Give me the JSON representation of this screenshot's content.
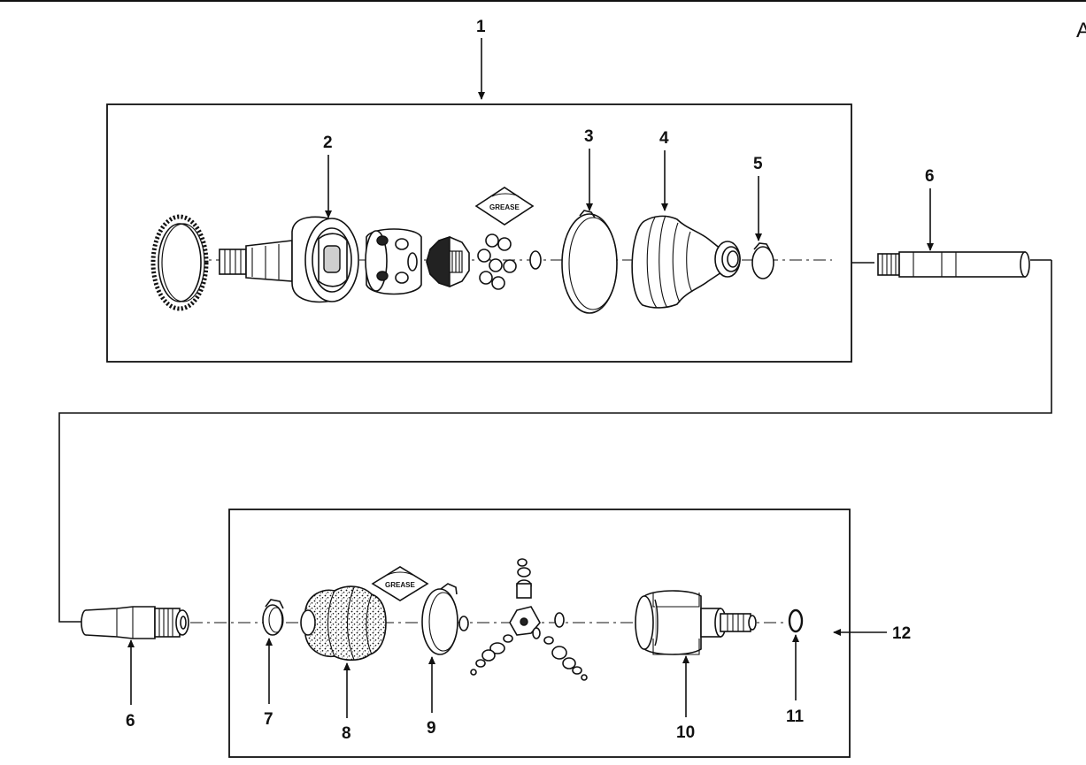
{
  "corner_text": "A",
  "callouts": {
    "c1": "1",
    "c2": "2",
    "c3": "3",
    "c4": "4",
    "c5": "5",
    "c6_top": "6",
    "c6_bottom": "6",
    "c7": "7",
    "c8": "8",
    "c9": "9",
    "c10": "10",
    "c11": "11",
    "c12": "12"
  },
  "grease_labels": {
    "top": "GREASE",
    "bottom": "GREASE"
  },
  "icons": {
    "top_assembly": [
      "abs-tone-ring",
      "outer-cv-joint-housing",
      "ball-cage",
      "inner-race",
      "joint-balls",
      "circlip",
      "boot-clamp",
      "cv-boot",
      "boot-clamp-small",
      "grease-packet"
    ],
    "bottom_assembly": [
      "boot-clamp-small",
      "tripod-boot",
      "boot-clamp-large",
      "tripod-spider-with-rollers",
      "inner-joint-housing",
      "circlip",
      "grease-packet"
    ],
    "shaft": [
      "axle-shaft"
    ]
  }
}
